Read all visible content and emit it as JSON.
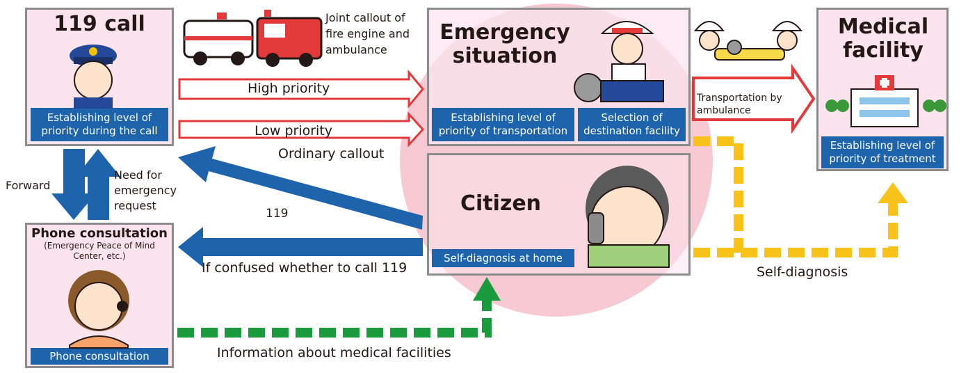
{
  "colors": {
    "box_fill": "#fbe4ee",
    "box_border": "#8c8c8c",
    "label_blue": "#1d64ad",
    "flow_blue": "#1d64ad",
    "priority_red": "#e23a3a",
    "self_diag_yellow": "#f7c21a",
    "info_green": "#1c9a3e",
    "circle_pink": "#f4b8c4"
  },
  "call119": {
    "title": "119 call",
    "label": "Establishing level of priority during the call",
    "icon": "police-officer-icon"
  },
  "phone": {
    "title": "Phone consultation",
    "subtitle": "(Emergency Peace of Mind Center, etc.)",
    "label": "Phone consultation",
    "icon": "operator-headset-icon"
  },
  "emergency": {
    "title": "Emergency situation",
    "label_left": "Establishing level of priority of transportation",
    "label_right": "Selection of destination facility",
    "icon": "first-aid-rescuer-icon"
  },
  "citizen": {
    "title": "Citizen",
    "label": "Self-diagnosis at home",
    "icon": "citizen-on-phone-icon"
  },
  "medical": {
    "title": "Medical facility",
    "label": "Establishing level of priority of treatment",
    "icon": "hospital-icon"
  },
  "arrows": {
    "high_priority": "High priority",
    "low_priority": "Low priority",
    "ordinary_callout": "Ordinary callout",
    "joint_callout": "Joint callout of fire engine and ambulance",
    "forward": "Forward",
    "need_request": "Need for emergency request",
    "call_119": "119",
    "confused": "If confused whether to call 119",
    "info_medical": "Information about medical facilities",
    "self_diagnosis": "Self-diagnosis",
    "transport": "Transportation by ambulance"
  },
  "vehicles": {
    "ambulance_icon": "ambulance-icon",
    "fire_engine_icon": "fire-engine-icon",
    "stretcher_icon": "stretcher-team-icon"
  }
}
